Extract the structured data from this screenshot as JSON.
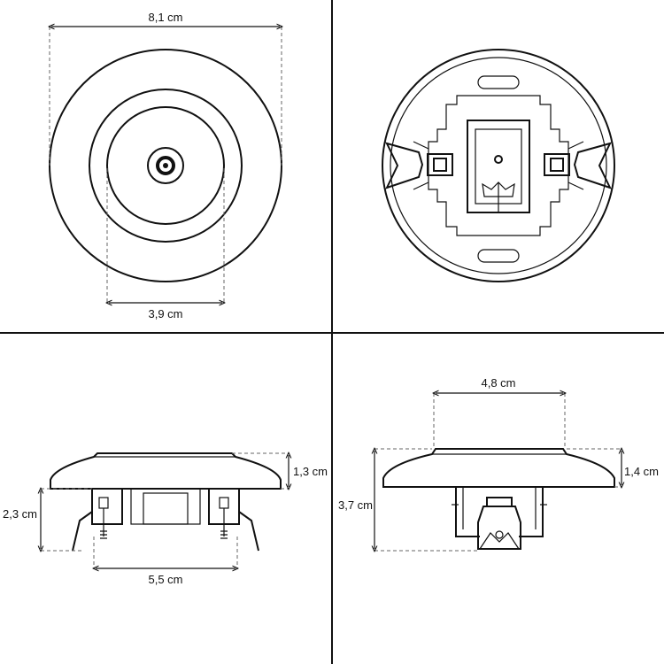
{
  "views": {
    "front": {
      "width_label": "8,1 cm",
      "knob_label": "3,9 cm"
    },
    "back": {},
    "side_left": {
      "height_label": "2,3 cm",
      "cap_height_label": "1,3 cm",
      "base_width_label": "5,5 cm"
    },
    "side_right": {
      "top_width_label": "4,8 cm",
      "cap_height_label": "1,4 cm",
      "total_height_label": "3,7 cm"
    }
  },
  "colors": {
    "stroke": "#111111",
    "dashed": "#666666",
    "background": "#ffffff"
  }
}
